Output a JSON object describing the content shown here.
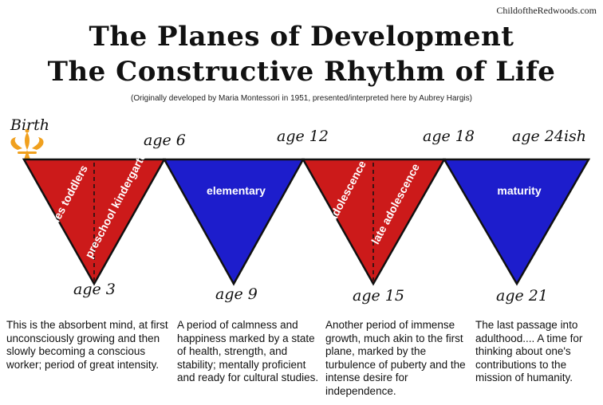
{
  "credit": "ChildoftheRedwoods.com",
  "title_line1": "The Planes of Development",
  "title_line2": "The Constructive Rhythm of Life",
  "subtitle": "(Originally developed by Maria Montessori in 1951, presented/interpreted here by Aubrey Hargis)",
  "birth_label": "Birth",
  "top_ages": [
    "age 6",
    "age 12",
    "age 18",
    "age 24ish"
  ],
  "bottom_ages": [
    "age 3",
    "age 9",
    "age 15",
    "age 21"
  ],
  "planes": [
    {
      "color": "#cc1a1a",
      "labels": [
        "babies toddlers",
        "preschool kindergarten"
      ]
    },
    {
      "color": "#1d1dcc",
      "labels": [
        "elementary"
      ]
    },
    {
      "color": "#cc1a1a",
      "labels": [
        "early adolescence",
        "late adolescence"
      ]
    },
    {
      "color": "#1d1dcc",
      "labels": [
        "maturity"
      ]
    }
  ],
  "descriptions": [
    "This is the absorbent mind, at first unconsciously growing and then slowly becoming a conscious worker; period of great intensity.",
    "A period of calmness and happiness marked by a state of health, strength, and stability; mentally proficient and ready for cultural studies.",
    "Another period of immense growth, much akin to the first plane, marked by the turbulence of puberty and the intense desire for independence.",
    "The last passage into adulthood.... A time for thinking about one's contributions to the mission of humanity."
  ]
}
